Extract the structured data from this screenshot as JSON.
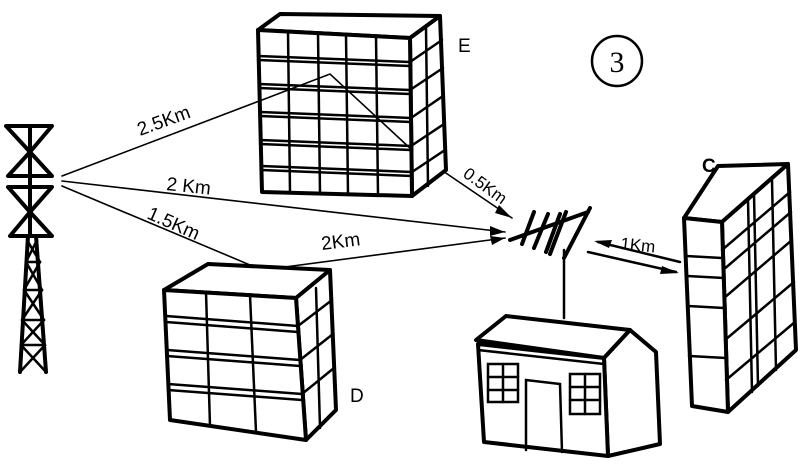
{
  "figure": {
    "number": "3",
    "number_style": "circled",
    "description": "TV signal multipath reception: transmitting tower, reflecting buildings C, D, E, receiving antenna on a house"
  },
  "nodes": {
    "tower": {
      "label": "",
      "type": "transmission-tower"
    },
    "building_e": {
      "label": "E",
      "type": "building"
    },
    "building_d": {
      "label": "D",
      "type": "building"
    },
    "building_c": {
      "label": "C",
      "type": "building"
    },
    "antenna": {
      "label": "",
      "type": "yagi-antenna"
    },
    "house": {
      "label": "",
      "type": "house"
    }
  },
  "paths": [
    {
      "id": "tower-to-e",
      "from": "tower",
      "to": "building_e",
      "distance": "2.5Km"
    },
    {
      "id": "tower-to-antenna",
      "from": "tower",
      "to": "antenna",
      "distance": "2 Km"
    },
    {
      "id": "tower-to-d",
      "from": "tower",
      "to": "building_d",
      "distance": "1.5Km"
    },
    {
      "id": "d-to-antenna",
      "from": "building_d",
      "to": "antenna",
      "distance": "2Km"
    },
    {
      "id": "e-to-antenna",
      "from": "building_e",
      "to": "antenna",
      "distance": "0.5Km"
    },
    {
      "id": "c-antenna",
      "from": "building_c",
      "to": "antenna",
      "distance": "1Km"
    }
  ],
  "colors": {
    "ink": "#000000",
    "paper": "#ffffff"
  }
}
